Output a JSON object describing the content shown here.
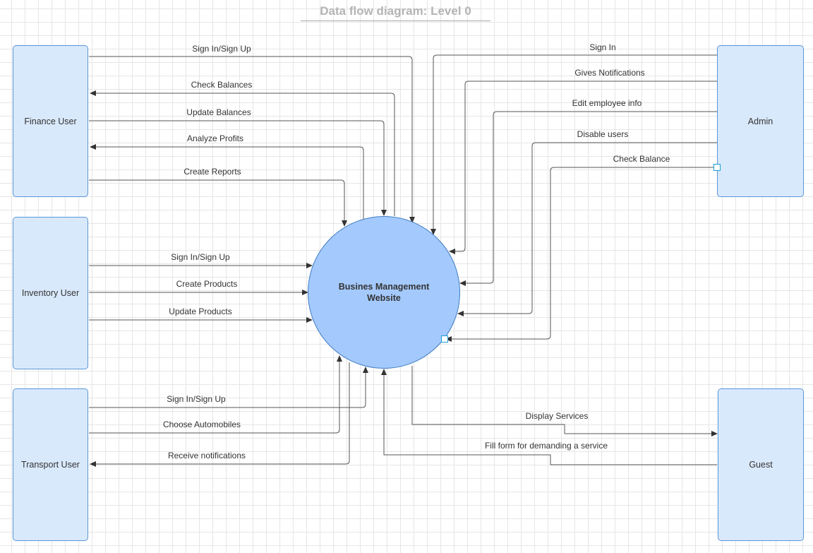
{
  "title": "Data flow diagram: Level 0",
  "process": {
    "label": "Busines Management Website"
  },
  "entities": {
    "finance": "Finance User",
    "inventory": "Inventory User",
    "transport": "Transport User",
    "admin": "Admin",
    "guest": "Guest"
  },
  "flows": {
    "finance_signin": "Sign In/Sign Up",
    "finance_check_balances": "Check Balances",
    "finance_update_balances": "Update Balances",
    "finance_analyze_profits": "Analyze Profits",
    "finance_create_reports": "Create Reports",
    "inventory_signin": "Sign In/Sign Up",
    "inventory_create_products": "Create Products",
    "inventory_update_products": "Update Products",
    "transport_signin": "Sign In/Sign Up",
    "transport_choose_automobiles": "Choose Automobiles",
    "transport_receive_notifications": "Receive notifications",
    "admin_signin": "Sign In",
    "admin_gives_notifications": "Gives Notifications",
    "admin_edit_employee": "Edit employee info",
    "admin_disable_users": "Disable users",
    "admin_check_balance": "Check Balance",
    "guest_display_services": "Display Services",
    "guest_fill_form": "Fill form for demanding a service"
  }
}
